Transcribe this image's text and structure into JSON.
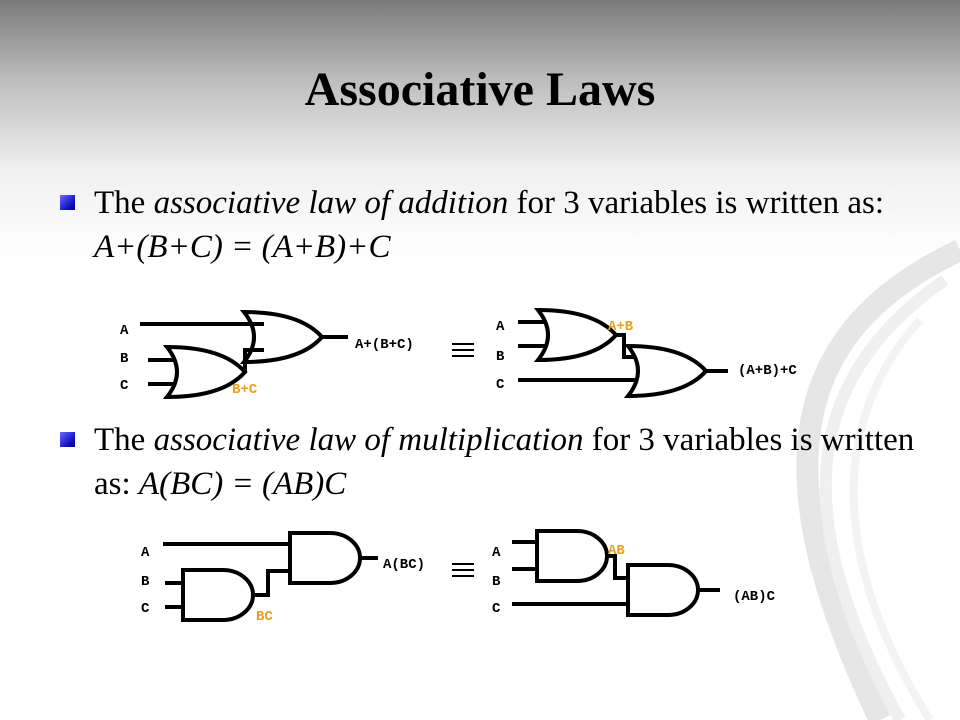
{
  "slide": {
    "title": "Associative Laws",
    "bullets": [
      {
        "prefix": "The ",
        "emphasis": "associative law of addition",
        "middle": " for 3 variables is written as: ",
        "equation": "A+(B+C) = (A+B)+C"
      },
      {
        "prefix": "The ",
        "emphasis": "associative law of multiplication",
        "middle": " for 3 variables is written as: ",
        "equation": "A(BC) = (AB)C"
      }
    ]
  },
  "diagrams": {
    "or_left": {
      "a": "A",
      "b": "B",
      "c": "C",
      "inner": "B+C",
      "output": "A+(B+C)"
    },
    "or_right": {
      "a": "A",
      "b": "B",
      "c": "C",
      "inner": "A+B",
      "output": "(A+B)+C"
    },
    "and_left": {
      "a": "A",
      "b": "B",
      "c": "C",
      "inner": "BC",
      "output": "A(BC)"
    },
    "and_right": {
      "a": "A",
      "b": "B",
      "c": "C",
      "inner": "AB",
      "output": "(AB)C"
    }
  },
  "colors": {
    "intermediate_label": "#e8a020",
    "bullet": "#1010c0"
  }
}
